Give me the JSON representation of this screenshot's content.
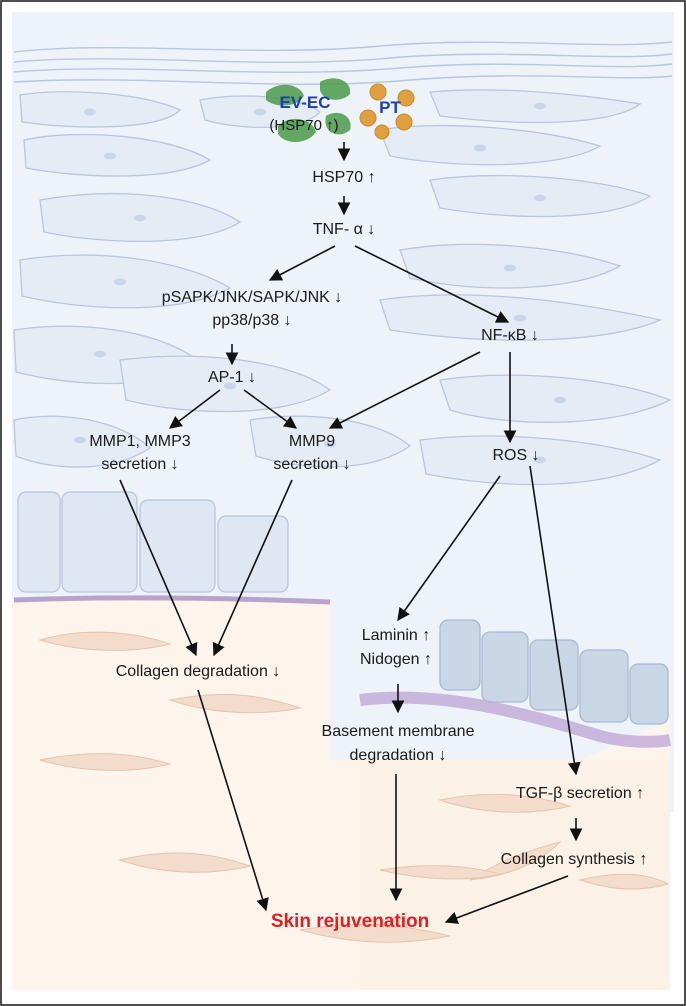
{
  "source_labels": {
    "ev_ec": "EV-EC",
    "ev_ec_sub": "(HSP70 ↑)",
    "pt": "PT"
  },
  "nodes": {
    "hsp70": "HSP70 ↑",
    "tnf": "TNF- α ↓",
    "sapk_line1": "pSAPK/JNK/SAPK/JNK ↓",
    "sapk_line2": "pp38/p38 ↓",
    "nfkb": "NF-κB ↓",
    "ap1": "AP-1 ↓",
    "mmp13_line1": "MMP1, MMP3",
    "mmp13_line2": "secretion ↓",
    "mmp9_line1": "MMP9",
    "mmp9_line2": "secretion ↓",
    "ros": "ROS ↓",
    "laminin": "Laminin ↑",
    "nidogen": "Nidogen ↑",
    "collagen_deg": "Collagen degradation ↓",
    "bm_line1": "Basement membrane",
    "bm_line2": "degradation ↓",
    "tgf": "TGF-β secretion ↑",
    "collagen_syn": "Collagen synthesis ↑",
    "final": "Skin rejuvenation"
  },
  "colors": {
    "epidermis_fill": "#eef2f9",
    "cell_stroke": "#b9c6dc",
    "dermis_fill": "#fdf5ec",
    "ev_ec": "#4a9a4a",
    "pt": "#e0a040",
    "final": "#e02020",
    "basement": "#b9a3cc"
  }
}
